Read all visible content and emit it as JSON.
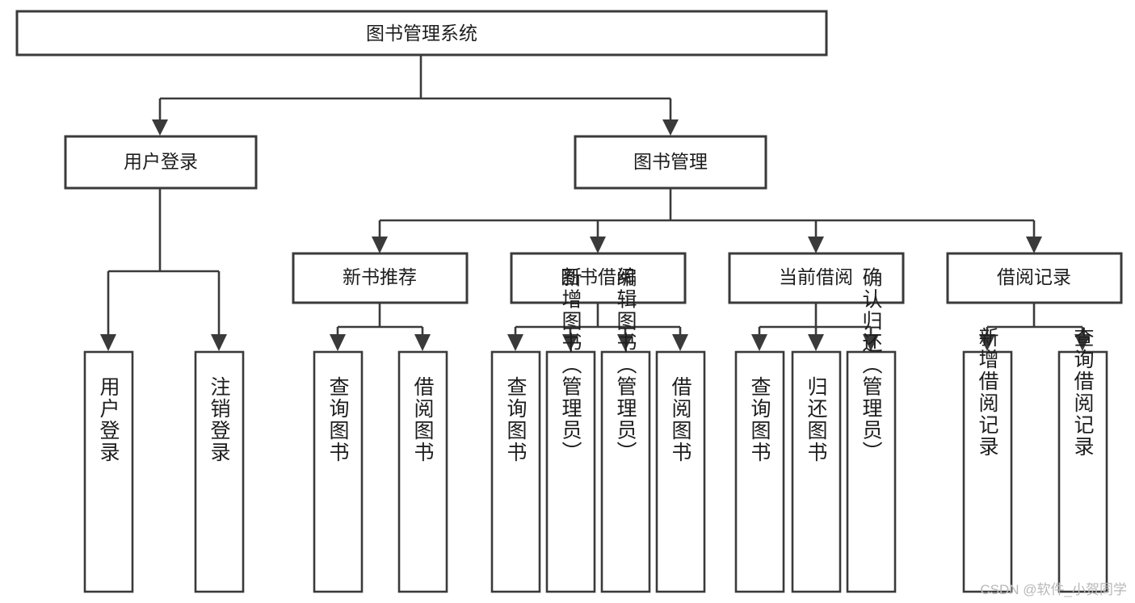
{
  "diagram": {
    "type": "tree-hierarchy",
    "title": "图书管理系统",
    "watermark": "CSDN @软件_小贺同学",
    "colors": {
      "box_stroke": "#3a3a3a",
      "box_fill": "#ffffff",
      "text": "#1d1d1d",
      "background": "#ffffff",
      "watermark": "#b8b8b8"
    },
    "root": {
      "label": "图书管理系统"
    },
    "level2": [
      {
        "label": "用户登录"
      },
      {
        "label": "图书管理"
      }
    ],
    "level3": [
      {
        "label": "新书推荐"
      },
      {
        "label": "图书借阅"
      },
      {
        "label": "当前借阅"
      },
      {
        "label": "借阅记录"
      }
    ],
    "leaves": {
      "user_login": [
        {
          "label": "用户登录"
        },
        {
          "label": "注销登录"
        }
      ],
      "new_book_recommend": [
        {
          "label": "查询图书"
        },
        {
          "label": "借阅图书"
        }
      ],
      "book_borrow": [
        {
          "label": "查询图书"
        },
        {
          "label": "新增图书（管理员）"
        },
        {
          "label": "编辑图书（管理员）"
        },
        {
          "label": "借阅图书"
        }
      ],
      "current_borrow": [
        {
          "label": "查询图书"
        },
        {
          "label": "归还图书"
        },
        {
          "label": "确认归还（管理员）"
        }
      ],
      "borrow_record": [
        {
          "label": "新增借阅记录"
        },
        {
          "label": "查询借阅记录"
        }
      ]
    }
  }
}
